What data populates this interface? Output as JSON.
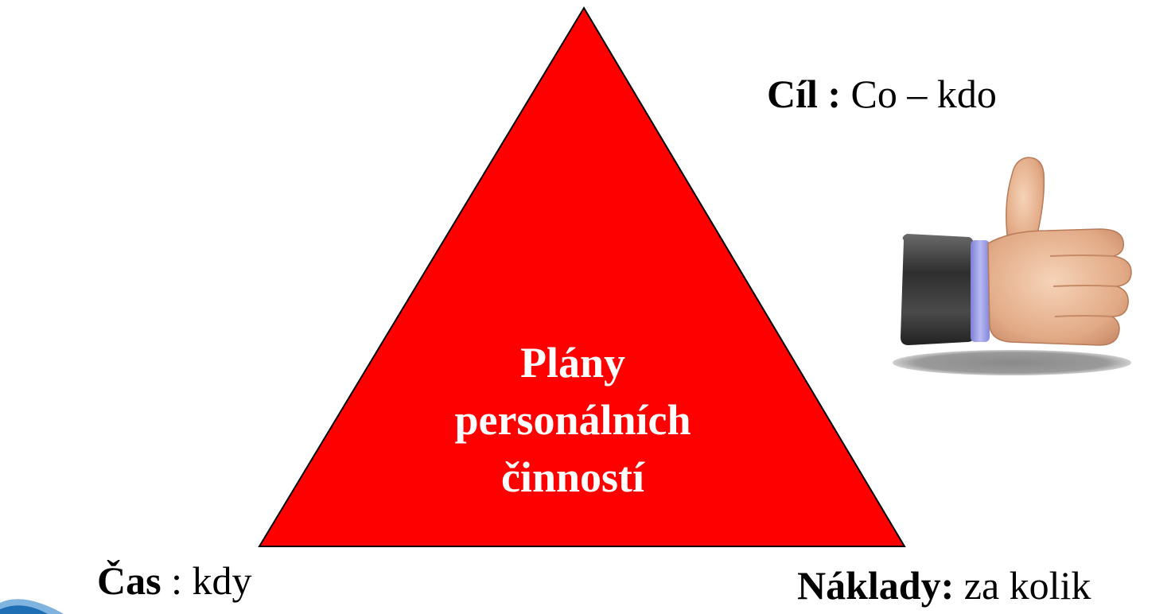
{
  "center": {
    "lines": [
      "Plány",
      "personálních",
      "činností"
    ]
  },
  "goal": {
    "term": "Cíl :",
    "detail": " Co – kdo"
  },
  "time": {
    "term": "Čas",
    "detail": " : kdy"
  },
  "cost": {
    "term": "Náklady:",
    "detail": " za kolik"
  },
  "colors": {
    "triangle_fill": "#ff0000",
    "triangle_stroke": "#000000",
    "center_text": "#ffffff",
    "corner_accent": "#1f6fb5"
  },
  "icons": {
    "thumb": "thumbs-up-icon"
  }
}
